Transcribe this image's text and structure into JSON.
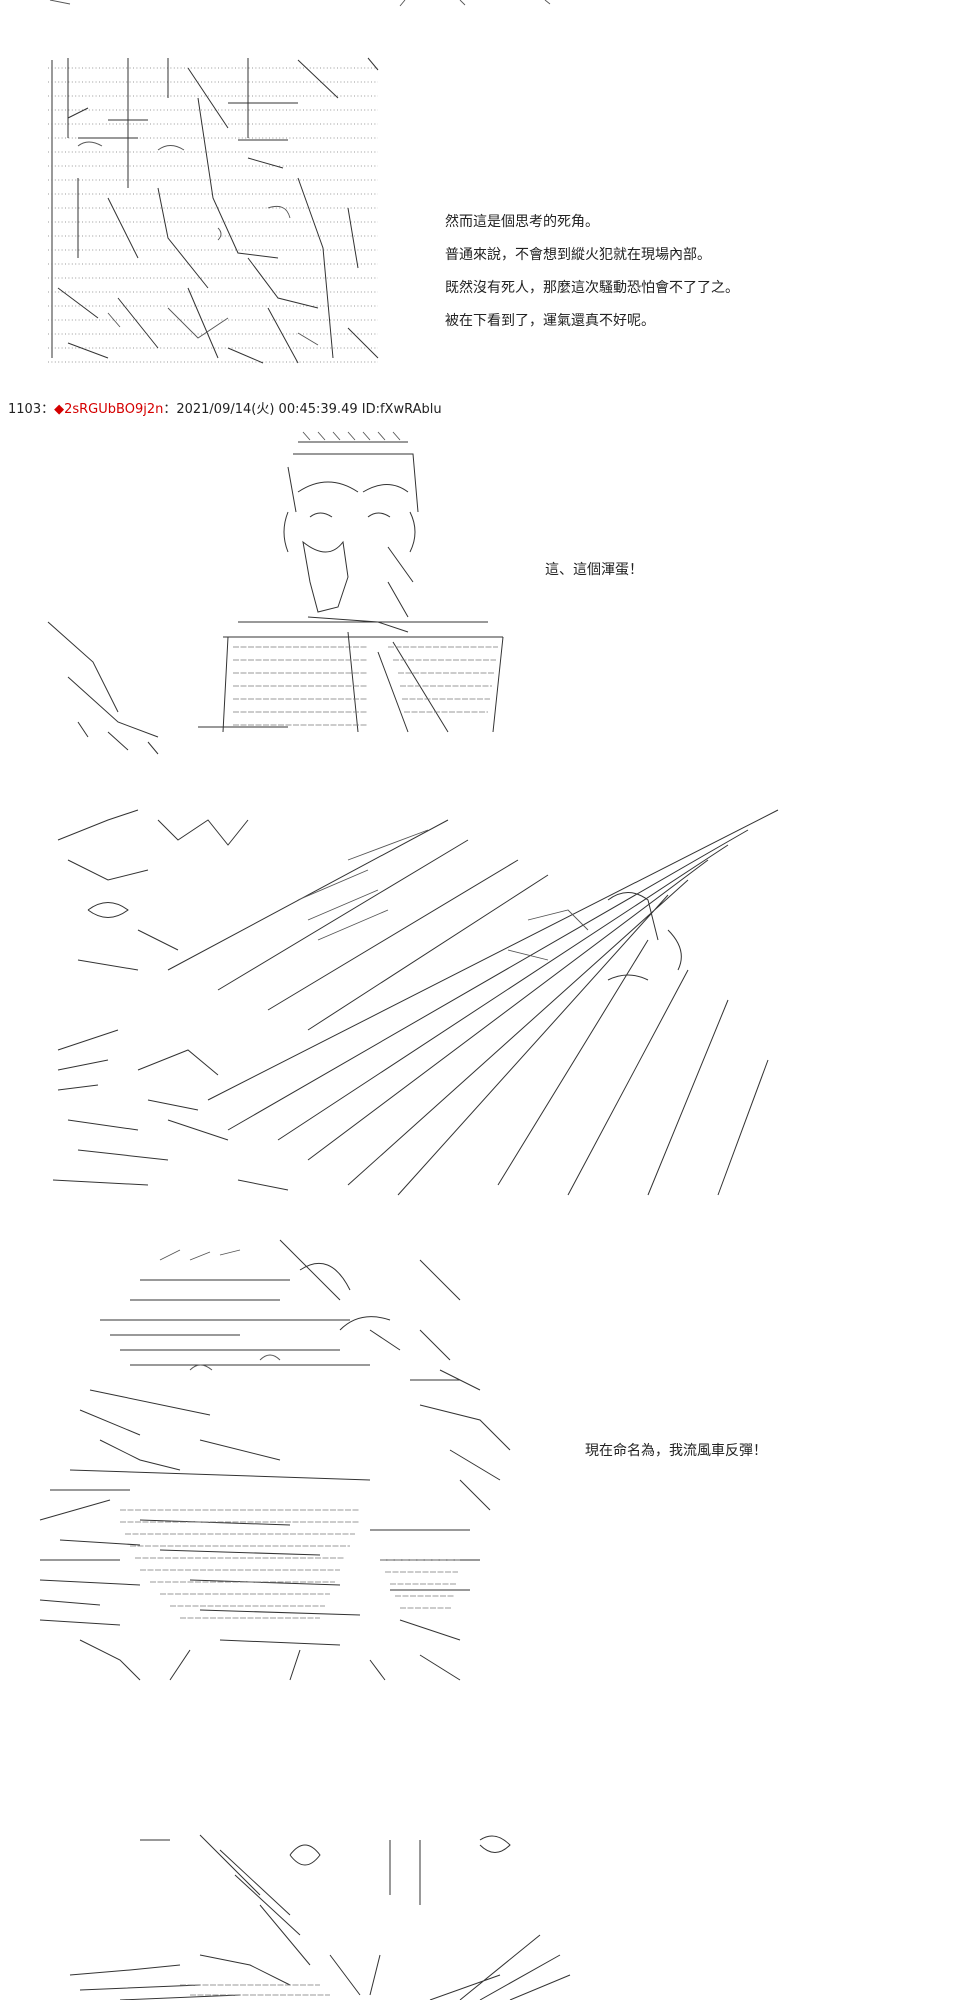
{
  "panels": [
    {
      "lines": [
        "然而這是個思考的死角。",
        "普通來說，不會想到縱火犯就在現場內部。",
        "既然沒有死人，那麼這次騷動恐怕會不了了之。",
        "被在下看到了，運氣還真不好呢。"
      ]
    },
    {
      "lines": [
        "這、這個渾蛋！"
      ]
    },
    {
      "lines": [
        "現在命名為，我流風車反彈！"
      ]
    }
  ],
  "post": {
    "number": "1103",
    "separator": "：",
    "diamond": "◆",
    "trip": "2sRGUbBO9j2n",
    "datetime": "：2021/09/14(火) 00:45:39.49",
    "id": "ID:fXwRAblu"
  }
}
